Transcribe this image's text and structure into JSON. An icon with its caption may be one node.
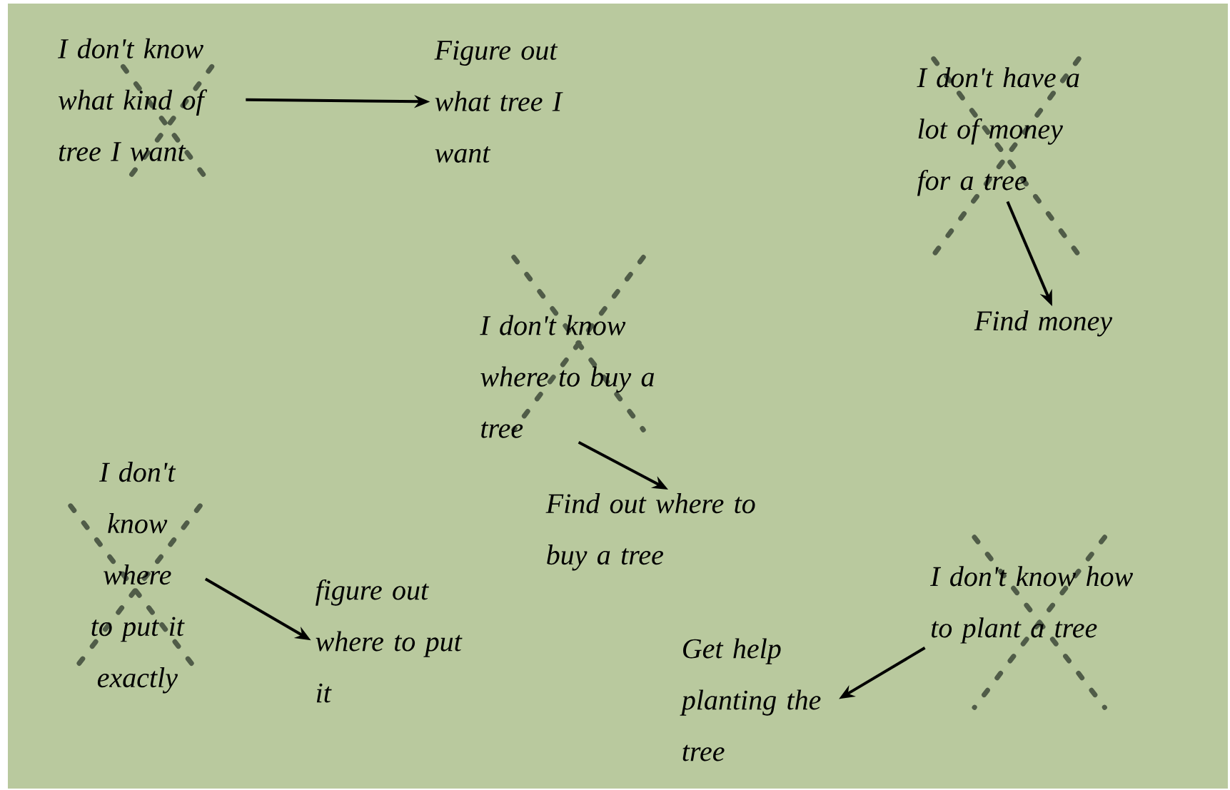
{
  "diagram": {
    "nodes": [
      {
        "text": [
          "I don't know what kind of tree I want"
        ]
      },
      {
        "text": [
          "Figure out what tree I want"
        ]
      },
      {
        "text": [
          "I don't have a lot of money for a tree"
        ]
      },
      {
        "text": [
          "Find money"
        ]
      },
      {
        "text": [
          "I don't know where to buy a tree"
        ]
      },
      {
        "text": [
          "Find out where to buy a tree"
        ]
      },
      {
        "text": [
          "I don't know where to put it exactly"
        ]
      },
      {
        "text": [
          "figure out where to put it"
        ]
      },
      {
        "text": [
          "I don't know how to plant a tree"
        ]
      },
      {
        "text": [
          "Get help planting the tree"
        ]
      }
    ],
    "edges": [
      {
        "from": 0,
        "to": 1,
        "arrow": "to"
      },
      {
        "from": 2,
        "to": 3,
        "arrow": "to"
      },
      {
        "from": 4,
        "to": 5,
        "arrow": "to"
      },
      {
        "from": 6,
        "to": 7,
        "arrow": "to"
      },
      {
        "from": 8,
        "to": 9,
        "arrow": "to"
      }
    ]
  }
}
